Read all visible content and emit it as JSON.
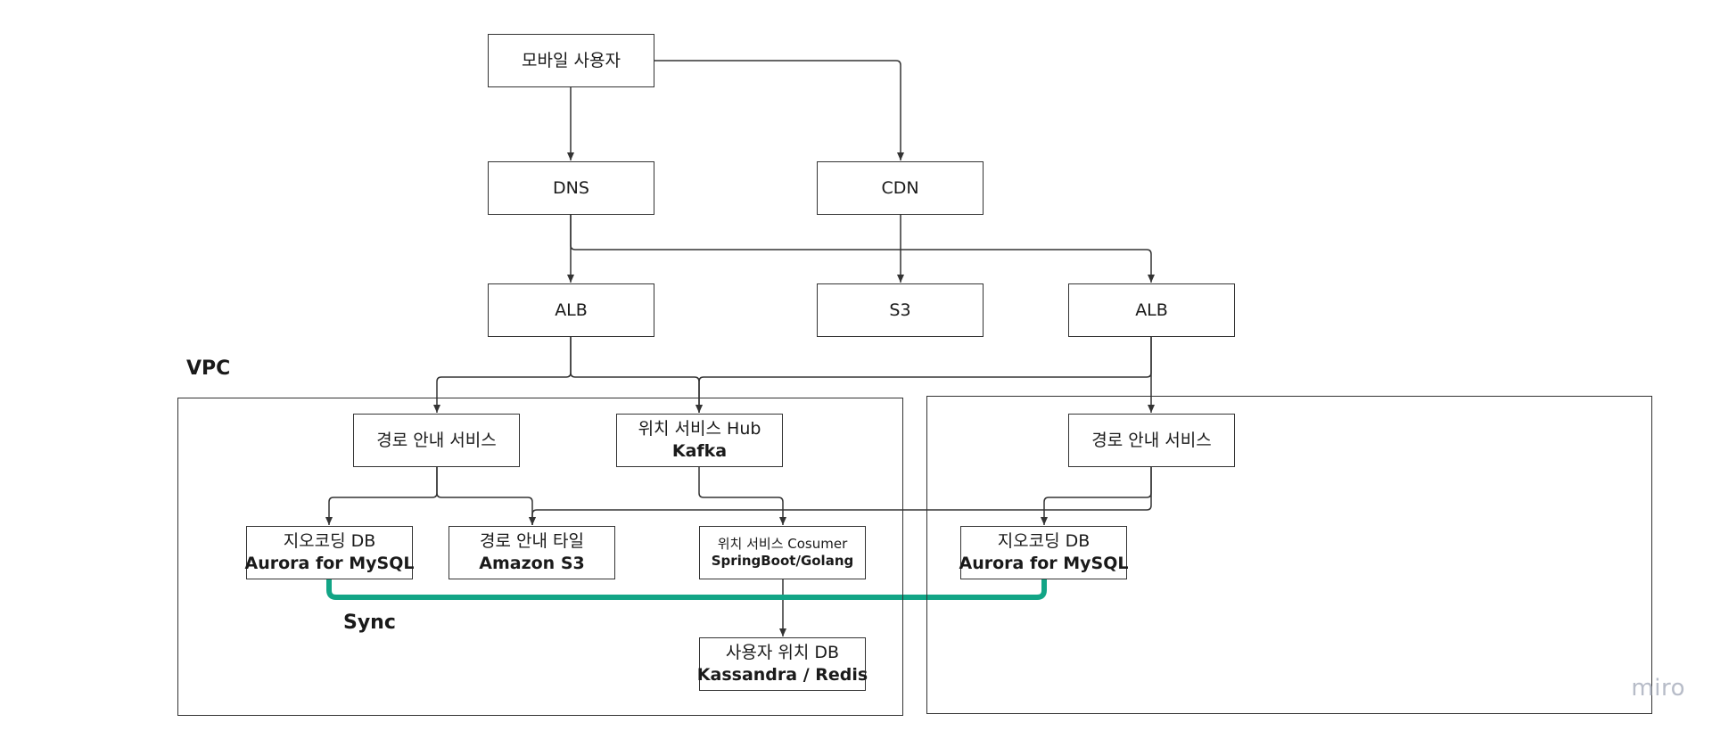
{
  "diagram": {
    "regions": {
      "vpc_left": {
        "label": "VPC"
      },
      "vpc_right": {
        "label": ""
      }
    },
    "nodes": {
      "mobile_user": {
        "line1": "모바일 사용자",
        "line2": ""
      },
      "dns": {
        "line1": "DNS",
        "line2": ""
      },
      "cdn": {
        "line1": "CDN",
        "line2": ""
      },
      "alb_left": {
        "line1": "ALB",
        "line2": ""
      },
      "s3": {
        "line1": "S3",
        "line2": ""
      },
      "alb_right": {
        "line1": "ALB",
        "line2": ""
      },
      "route_service_left": {
        "line1": "경로 안내 서비스",
        "line2": ""
      },
      "location_hub": {
        "line1": "위치 서비스 Hub",
        "line2": "Kafka"
      },
      "route_service_right": {
        "line1": "경로 안내 서비스",
        "line2": ""
      },
      "geocoding_db_left": {
        "line1": "지오코딩 DB",
        "line2": "Aurora for MySQL"
      },
      "route_tile": {
        "line1": "경로 안내 타일",
        "line2": "Amazon S3"
      },
      "location_consumer": {
        "line1": "위치 서비스 Cosumer",
        "line2": "SpringBoot/Golang"
      },
      "geocoding_db_right": {
        "line1": "지오코딩 DB",
        "line2": "Aurora for MySQL"
      },
      "user_location_db": {
        "line1": "사용자 위치 DB",
        "line2": "Kassandra / Redis"
      }
    },
    "sync_label": "Sync",
    "sync_color": "#12a586",
    "line_color": "#333333",
    "watermark": "miro"
  }
}
